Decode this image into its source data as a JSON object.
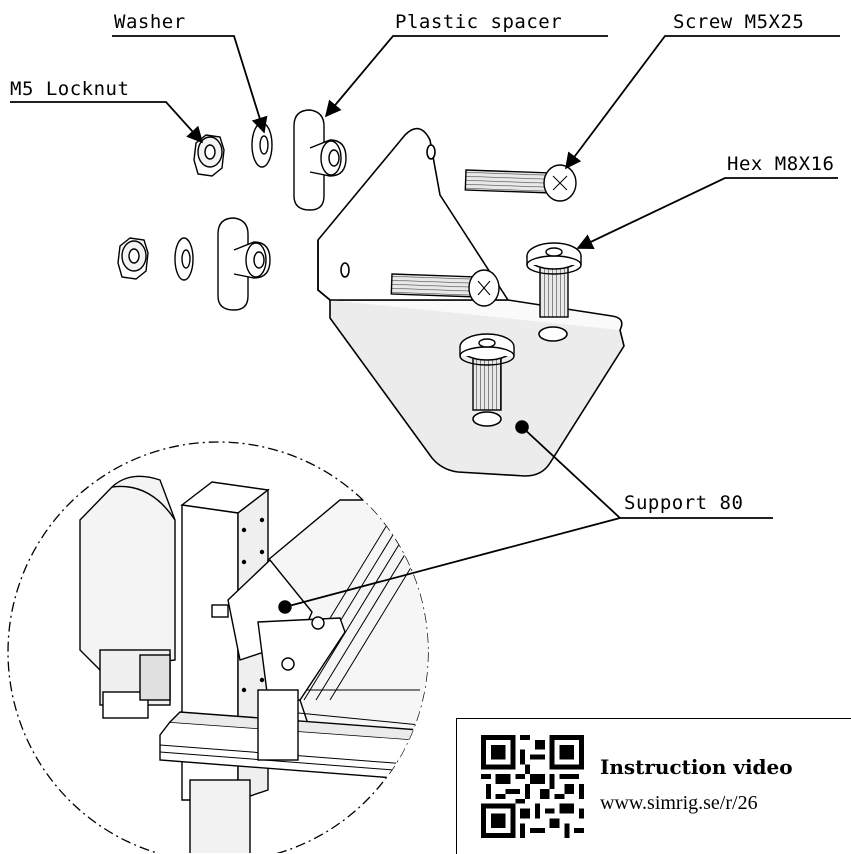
{
  "labels": {
    "washer": "Washer",
    "plastic_spacer": "Plastic spacer",
    "screw": "Screw M5X25",
    "locknut": "M5 Locknut",
    "hex": "Hex M8X16",
    "support": "Support 80"
  },
  "video_box": {
    "title": "Instruction video",
    "url": "www.simrig.se/r/26"
  }
}
